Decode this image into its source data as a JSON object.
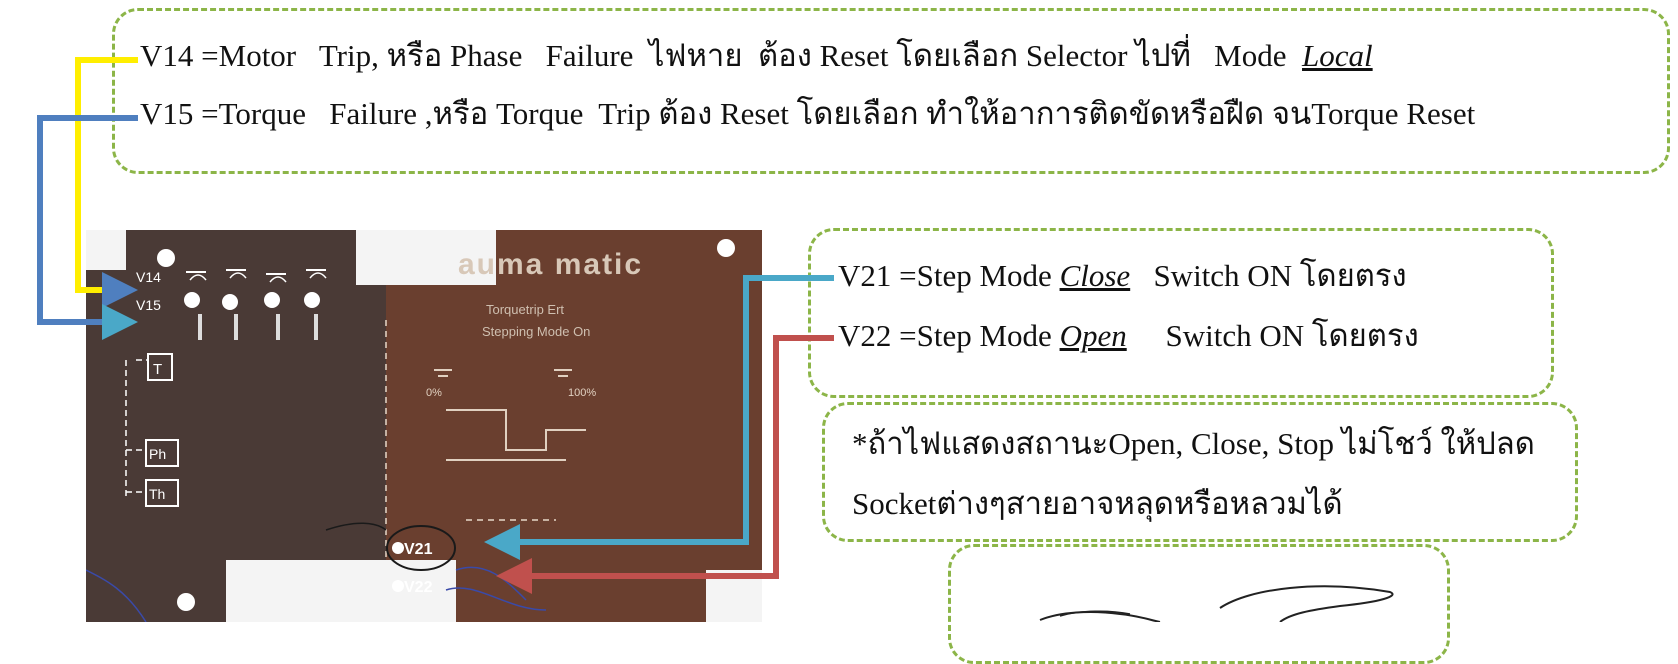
{
  "top_box": {
    "v14": {
      "code": "V14 =",
      "text_a": "Motor   Trip, หรือ Phase   Failure  ไฟหาย  ต้อง Reset โดยเลือก Selector ไปที่   Mode  ",
      "mode_word": "Local"
    },
    "v15": {
      "code": "V15 =",
      "text": "Torque   Failure ,หรือ Torque  Trip ต้อง Reset โดยเลือก ทำให้อาการติดขัดหรือฝืด จนTorque Reset"
    }
  },
  "step_box": {
    "v21": {
      "code": "V21 =",
      "text_a": "Step Mode ",
      "mode_word": "Close",
      "text_b": "   Switch ON โดยตรง"
    },
    "v22": {
      "code": "V22 =",
      "text_a": "Step Mode ",
      "mode_word": "Open",
      "text_b": "     Switch ON โดยตรง"
    }
  },
  "note_box": {
    "line1": "*ถ้าไฟแสดงสถานะOpen, Close, Stop ไม่โชว์ ให้ปลด",
    "line2": "Socketต่างๆสายอาจหลุดหรือหลวมได้"
  },
  "board": {
    "brand": "auma matic",
    "subtitle_1": "Torquetrip Ert",
    "subtitle_2": "Stepping Mode On",
    "labels": {
      "v14": "V14",
      "v15": "V15",
      "v21": "V21",
      "v22": "V22",
      "t": "T",
      "ph": "Ph",
      "th": "Th",
      "pct_0": "0%",
      "pct_100": "100%"
    }
  },
  "colors": {
    "box_border": "#8cb548",
    "arrow_yellow": "#ffee00",
    "arrow_blue": "#4f7fbf",
    "arrow_cyan": "#4aa8c8",
    "arrow_red": "#c0504d",
    "board_bg": "#5b3b30"
  }
}
